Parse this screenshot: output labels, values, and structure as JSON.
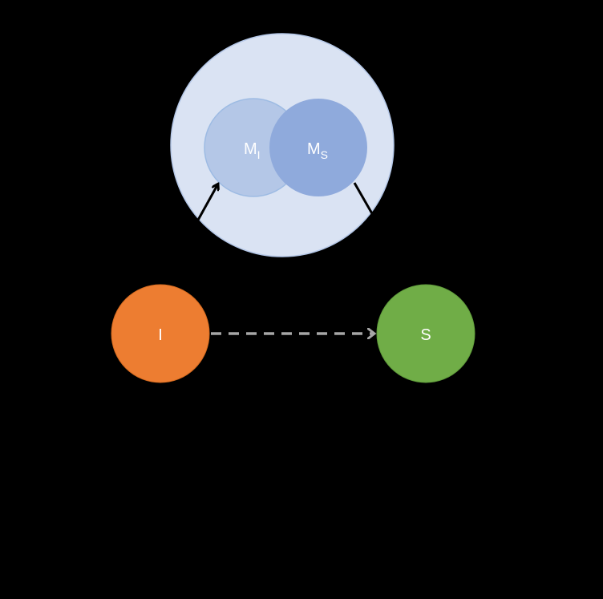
{
  "colors": {
    "background": "#000000",
    "outer_circle_fill": "#dae3f3",
    "outer_circle_stroke": "#b4c7e7",
    "m_i_fill": "#b4c7e7",
    "m_i_stroke": "#9dbbe3",
    "m_s_fill": "#8faadc",
    "i_fill": "#ed7d31",
    "s_fill": "#70ad47",
    "arrow_black": "#000000",
    "dashed_arrow": "#a6a6a6",
    "label": "#ffffff"
  },
  "nodes": {
    "m_i": {
      "main": "M",
      "sub": "I"
    },
    "m_s": {
      "main": "M",
      "sub": "S"
    },
    "i": {
      "label": "I"
    },
    "s": {
      "label": "S"
    }
  },
  "edges": [
    {
      "from": "I",
      "to": "M_I",
      "style": "solid",
      "arrowhead": true
    },
    {
      "from": "M_S",
      "to": "S",
      "style": "solid",
      "arrowhead": false
    },
    {
      "from": "I",
      "to": "S",
      "style": "dashed",
      "arrowhead": true
    }
  ]
}
